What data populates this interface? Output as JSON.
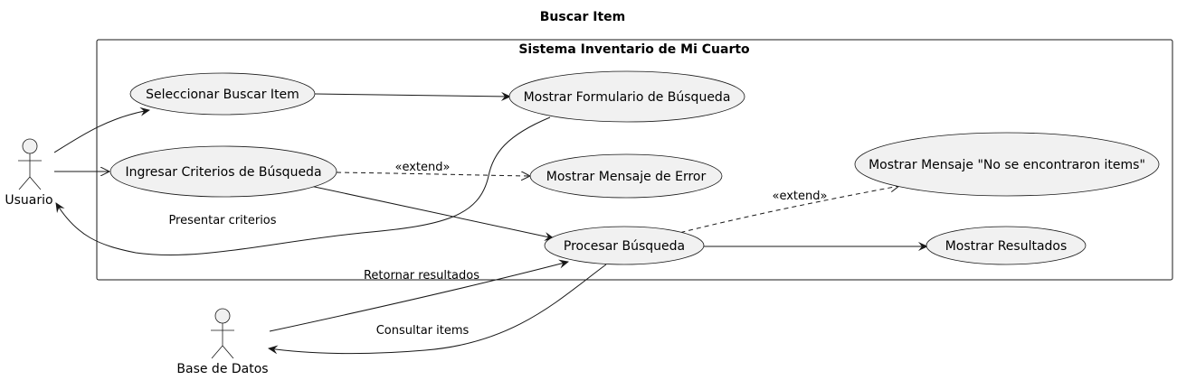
{
  "title": "Buscar Item",
  "system": {
    "name": "Sistema Inventario de Mi Cuarto"
  },
  "actors": {
    "usuario": "Usuario",
    "base_datos": "Base de Datos"
  },
  "use_cases": {
    "seleccionar": "Seleccionar Buscar Item",
    "mostrar_formulario": "Mostrar Formulario de Búsqueda",
    "ingresar_criterios": "Ingresar Criterios de Búsqueda",
    "mostrar_error": "Mostrar Mensaje de Error",
    "mostrar_no_items": "Mostrar Mensaje \"No se encontraron items\"",
    "procesar": "Procesar Búsqueda",
    "mostrar_resultados": "Mostrar Resultados"
  },
  "edge_labels": {
    "extend_error": "«extend»",
    "extend_no_items": "«extend»",
    "presentar_criterios": "Presentar criterios",
    "retornar_resultados": "Retornar resultados",
    "consultar_items": "Consultar items"
  },
  "colors": {
    "use_case_fill": "#f1f1f1",
    "stroke": "#181818",
    "actor_fill": "#f1f1f1"
  }
}
